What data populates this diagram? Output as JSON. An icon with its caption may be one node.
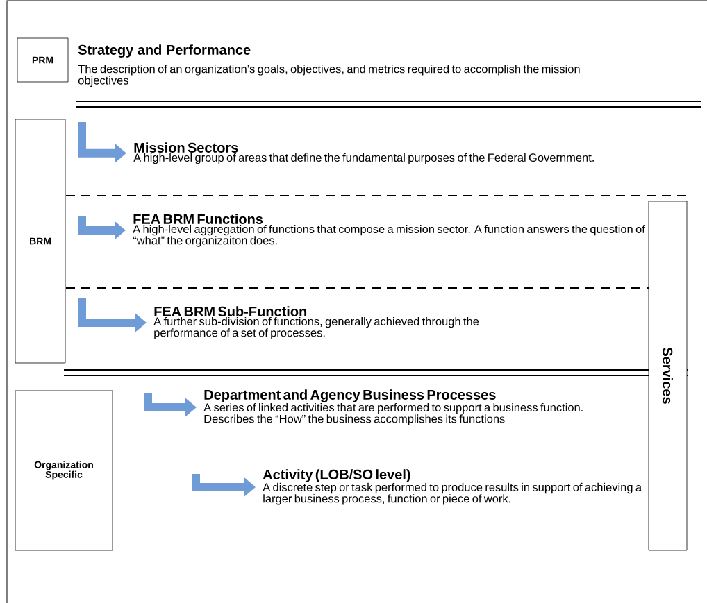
{
  "diagram": {
    "nodes": [
      {
        "text": [
          "PRM"
        ]
      },
      {
        "text": [
          "BRM"
        ]
      },
      {
        "text": [
          "Organization Specific"
        ]
      },
      {
        "text": [
          "Services"
        ]
      },
      {
        "text": [
          "Mission Sectors",
          "A high-level group of  areas that define the fundamental purposes of the Federal Government."
        ]
      },
      {
        "text": [
          "FEA BRM Functions",
          "A high-level aggregation of functions that compose a mission sector.  A function  answers the question of  “what” the organizaiton does."
        ]
      },
      {
        "text": [
          "FEA BRM Sub-Function",
          "A further sub-division of functions, generally achieved through the performance of a set of processes."
        ]
      },
      {
        "text": [
          "Department and Agency Business Processes",
          "A series of linked activities that are performed to support a business function.  Describes the “How” the business accomplishes its functions"
        ]
      },
      {
        "text": [
          "Activity (LOB/SO level)",
          "A discrete step or task performed to produce results in support of achieving a larger business process, function or piece of work."
        ]
      }
    ],
    "edges": [
      {
        "from": null,
        "to": 4,
        "arrow": "to"
      },
      {
        "from": null,
        "to": 5,
        "arrow": "to"
      },
      {
        "from": null,
        "to": 6,
        "arrow": "to"
      },
      {
        "from": null,
        "to": 7,
        "arrow": "to"
      },
      {
        "from": null,
        "to": 8,
        "arrow": "to"
      }
    ],
    "labels": [
      "Strategy and Performance",
      "The description of an organization’s goals, objectives,  and metrics required to accomplish the mission objectives"
    ]
  }
}
